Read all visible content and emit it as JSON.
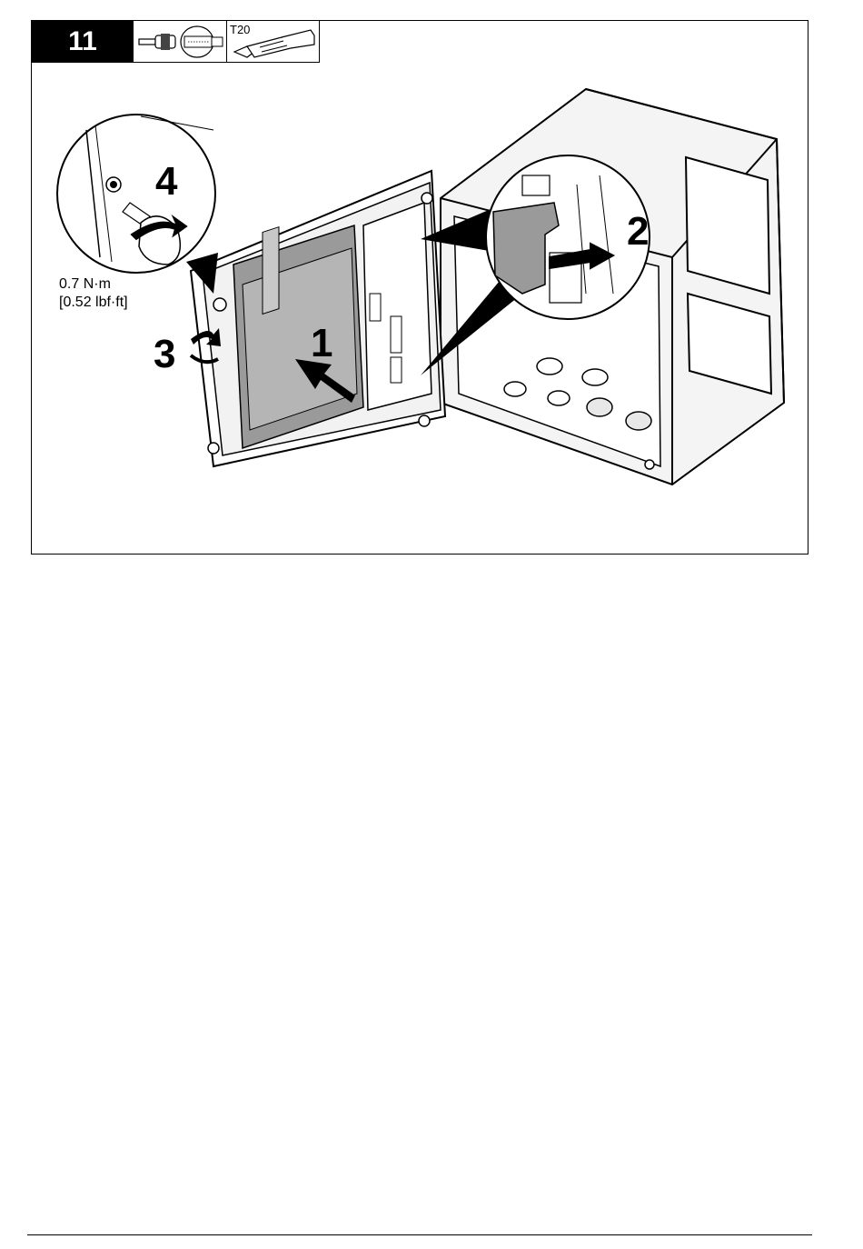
{
  "step": {
    "number": "11"
  },
  "tools": [
    {
      "name": "torque-screwdriver-icon"
    },
    {
      "name": "torx-bit-icon",
      "label": "T20"
    }
  ],
  "torque": {
    "metric": "0.7 N·m",
    "imperial": "[0.52 lbf·ft]"
  },
  "callouts": [
    "1",
    "2",
    "3",
    "4"
  ]
}
